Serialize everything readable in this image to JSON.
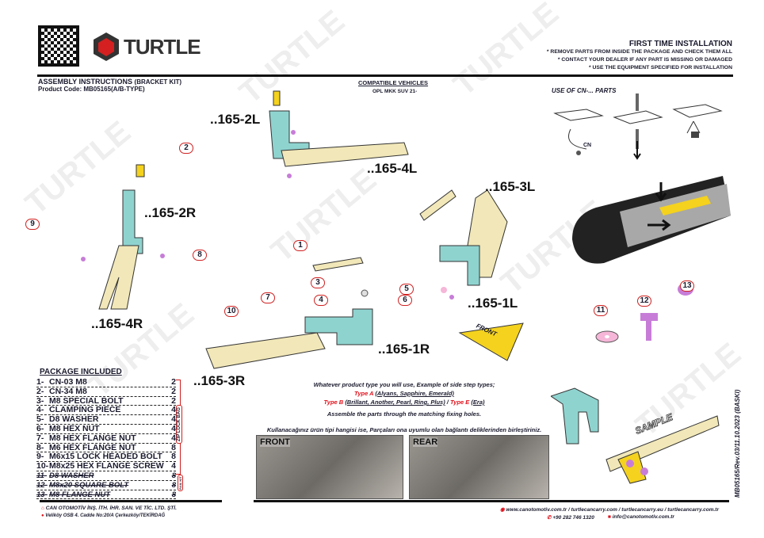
{
  "brand": {
    "name": "TURTLE"
  },
  "header": {
    "title": "ASSEMBLY INSTRUCTIONS",
    "title_suffix": "(BRACKET KIT)",
    "product_code": "Product Code: MB05165(A/B-TYPE)",
    "compatible_title": "COMPATIBLE VEHICLES",
    "compatible_vehicle": "OPL MKK SUV 21-"
  },
  "first_time": {
    "title": "FIRST TIME INSTALLATION",
    "lines": [
      "* REMOVE PARTS FROM INSIDE THE PACKAGE AND CHECK THEM ALL",
      "* CONTACT YOUR DEALER IF ANY PART IS MISSING OR DAMAGED",
      "* USE THE EQUIPMENT SPECIFIED FOR INSTALLATION"
    ]
  },
  "cn_parts": {
    "title": "USE OF CN-... PARTS",
    "cn_label": "CN"
  },
  "part_labels": [
    "..165-2L",
    "..165-4L",
    "..165-2R",
    "..165-3L",
    "..165-4R",
    "..165-1L",
    "..165-1R",
    "..165-3R"
  ],
  "callouts": [
    "1",
    "2",
    "3",
    "4",
    "5",
    "6",
    "7",
    "8",
    "9",
    "10",
    "11",
    "12",
    "13"
  ],
  "front_arrow": "FRONT",
  "sample_label": "SAMPLE",
  "package": {
    "title": "PACKAGE INCLUDED",
    "zip_label": "ZIP LOCK BAG",
    "rail_label": "RAIL KIT",
    "items": [
      {
        "n": "1-",
        "name": "CN-03 M8",
        "qty": "2"
      },
      {
        "n": "2-",
        "name": "CN-34 M8",
        "qty": "2"
      },
      {
        "n": "3-",
        "name": "M8 SPECIAL BOLT",
        "qty": "2"
      },
      {
        "n": "4-",
        "name": "CLAMPING PIECE",
        "qty": "4"
      },
      {
        "n": "5-",
        "name": "D8 WASHER",
        "qty": "4"
      },
      {
        "n": "6-",
        "name": "M8 HEX NUT",
        "qty": "4"
      },
      {
        "n": "7-",
        "name": "M8 HEX FLANGE NUT",
        "qty": "4"
      },
      {
        "n": "8-",
        "name": "M6 HEX FLANGE NUT",
        "qty": "8"
      },
      {
        "n": "9-",
        "name": "M6x15 LOCK HEADED BOLT",
        "qty": "8"
      },
      {
        "n": "10-",
        "name": "M8x25 HEX FLANGE SCREW",
        "qty": "4"
      },
      {
        "n": "11-",
        "name": "D8 WASHER",
        "qty": "8"
      },
      {
        "n": "12-",
        "name": "M8x20 SQUARE BOLT",
        "qty": "8"
      },
      {
        "n": "13-",
        "name": "M8 FLANGE NUT",
        "qty": "8"
      }
    ]
  },
  "notes": {
    "line1": "Whatever product type you will use, Example of side step types;",
    "typeA": "Type A",
    "typeA_models": "(Alyans, Sapphire, Emerald)",
    "typeB": "Type B",
    "typeB_models": "(Brillant, Another, Pearl, Ring, Plus)",
    "sep": " / ",
    "typeE": "Type E",
    "typeE_models": "(Era)",
    "assemble": "Assemble the parts through the matching fixing holes.",
    "turkish": "Kullanacağınız ürün tipi hangisi ise, Parçaları ona uyumlu olan bağlantı deliklerinden birleştiriniz."
  },
  "photos": {
    "front": "FRONT",
    "rear": "REAR"
  },
  "revision": "MB05165/Rev.03/11.10.2023 (BASKI)",
  "footer": {
    "company": "CAN OTOMOTİV İNŞ. İTH. İHR. SAN. VE TİC. LTD. ŞTİ.",
    "address": "Veliköy OSB 4. Cadde No:20/A Çerkezköy/TEKİRDAĞ",
    "websites": "www.canotomotiv.com.tr / turtlecancarry.com / turtlecancarry.eu / turtlecancarry.com.tr",
    "phone": "+90 282 746 1320",
    "email": "info@canotomotiv.com.tr"
  },
  "colors": {
    "accent": "#e0101a",
    "bracket": "#8fd3cf",
    "step": "#f1e7b8",
    "bolt": "#f4d21e",
    "nut": "#c77dd8"
  }
}
